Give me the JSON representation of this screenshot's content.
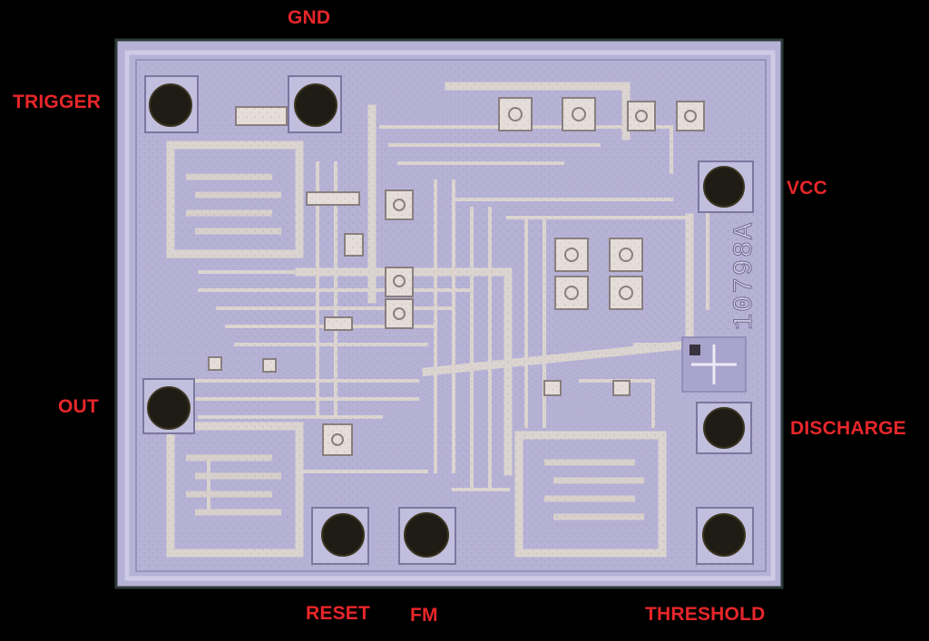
{
  "image": {
    "subject": "die photo of an integrated circuit with labeled bond pads",
    "label_color": "#e8262a",
    "background_color": "#000000",
    "die_color": "#b3afd4",
    "metal_color": "#d9d1cf"
  },
  "pin_labels": {
    "gnd": "GND",
    "trigger": "TRIGGER",
    "vcc": "VCC",
    "out": "OUT",
    "discharge": "DISCHARGE",
    "reset": "RESET",
    "fm": "FM",
    "threshold": "THRESHOLD"
  },
  "die_marking": "10798A"
}
